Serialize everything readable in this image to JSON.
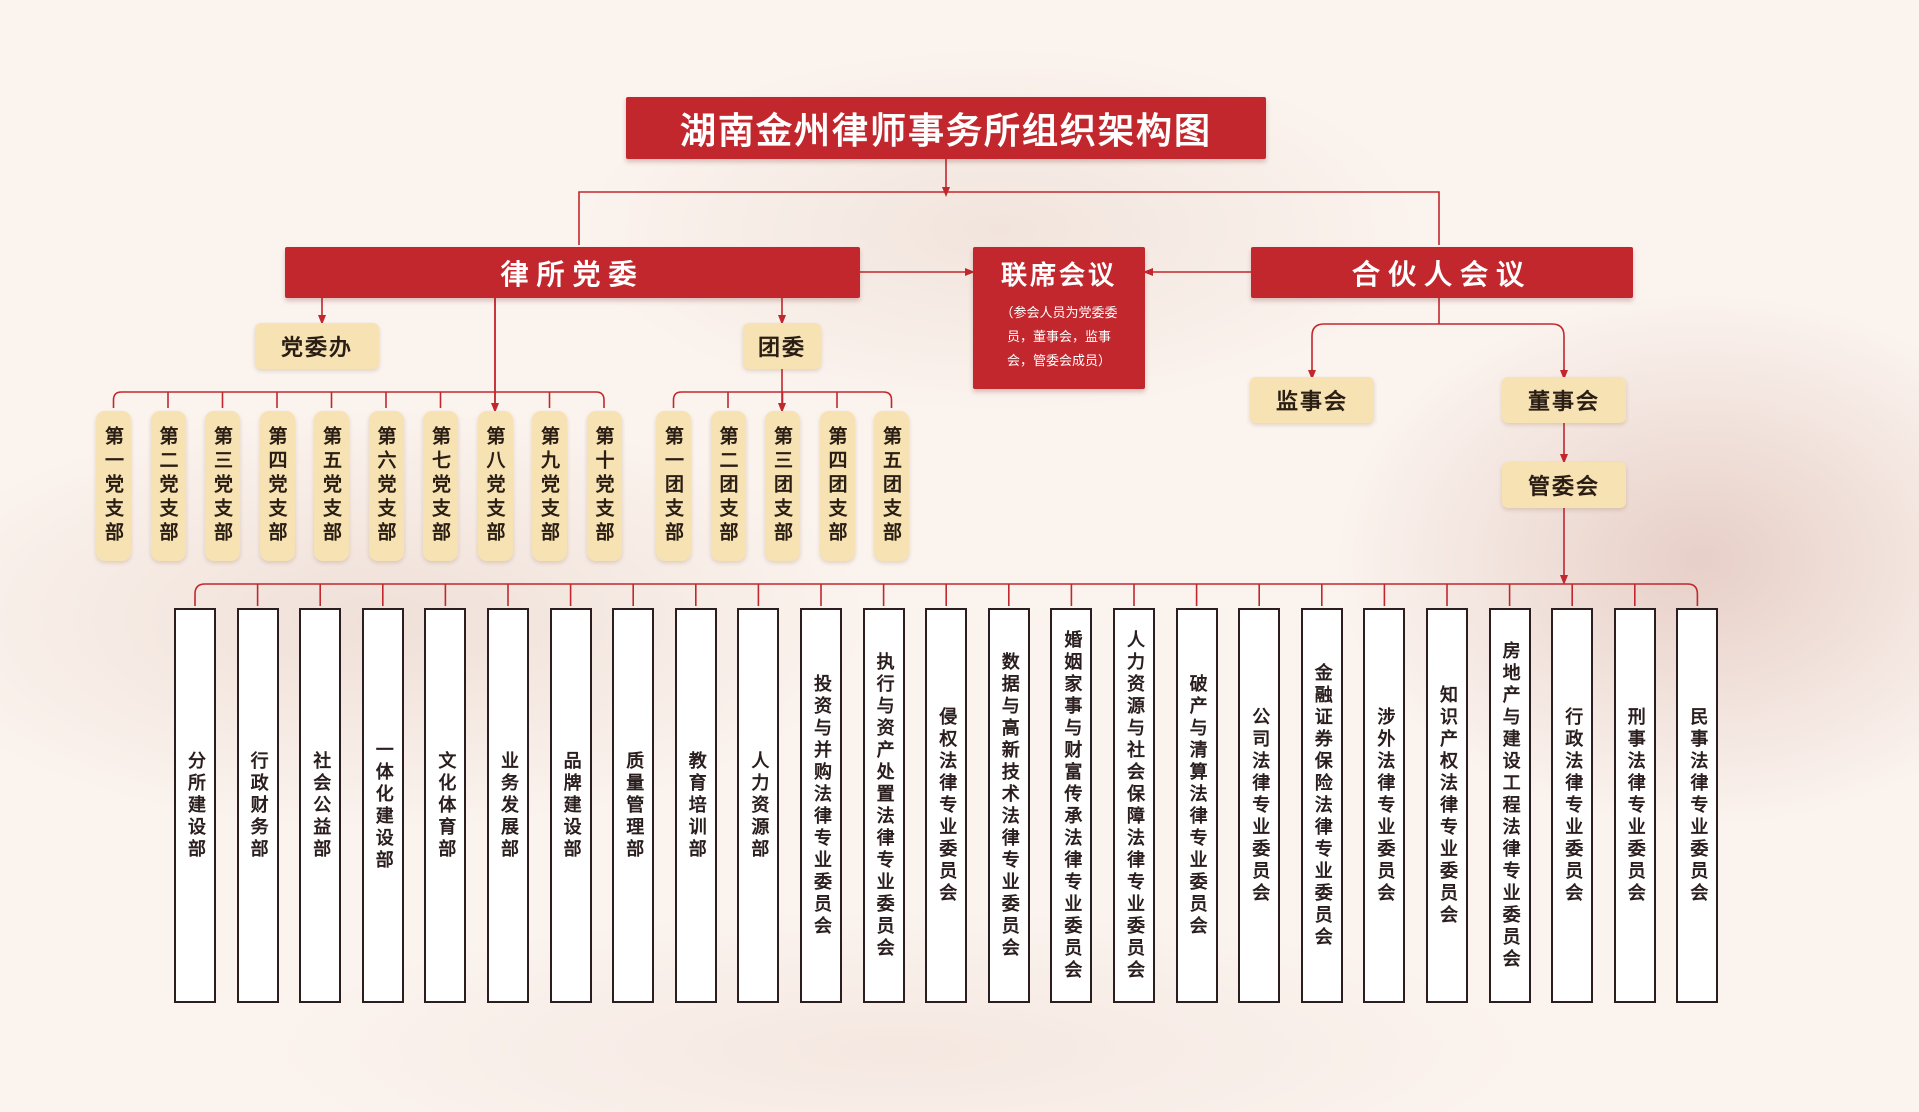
{
  "title": "湖南金州律师事务所组织架构图",
  "party_committee": "律所党委",
  "joint_meeting": {
    "title": "联席会议",
    "note_lines": [
      "（参会人员为党委委",
      "员，董事会，监事",
      "会，管委会成员）"
    ]
  },
  "partners_meeting": "合伙人会议",
  "party_office": "党委办",
  "youth_committee": "团委",
  "supervisory_board": "监事会",
  "board_of_directors": "董事会",
  "management_committee": "管委会",
  "party_branches": [
    "第一党支部",
    "第二党支部",
    "第三党支部",
    "第四党支部",
    "第五党支部",
    "第六党支部",
    "第七党支部",
    "第八党支部",
    "第九党支部",
    "第十党支部"
  ],
  "youth_branches": [
    "第一团支部",
    "第二团支部",
    "第三团支部",
    "第四团支部",
    "第五团支部"
  ],
  "departments": [
    "分所建设部",
    "行政财务部",
    "社会公益部",
    "一体化建设部",
    "文化体育部",
    "业务发展部",
    "品牌建设部",
    "质量管理部",
    "教育培训部",
    "人力资源部",
    "投资与并购法律专业委员会",
    "执行与资产处置法律专业委员会",
    "侵权法律专业委员会",
    "数据与高新技术法律专业委员会",
    "婚姻家事与财富传承法律专业委员会",
    "人力资源与社会保障法律专业委员会",
    "破产与清算法律专业委员会",
    "公司法律专业委员会",
    "金融证券保险法律专业委员会",
    "涉外法律专业委员会",
    "知识产权法律专业委员会",
    "房地产与建设工程法律专业委员会",
    "行政法律专业委员会",
    "刑事法律专业委员会",
    "民事法律专业委员会"
  ],
  "colors": {
    "red": "#c1272d",
    "tan": "#f7e2b4",
    "ink": "#2c1e1e"
  }
}
